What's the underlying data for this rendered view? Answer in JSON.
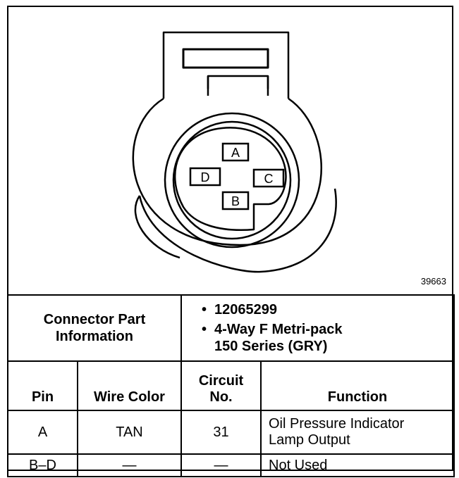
{
  "diagram": {
    "pins": [
      "A",
      "B",
      "C",
      "D"
    ],
    "figure_number": "39663"
  },
  "connector_info": {
    "label": "Connector Part Information",
    "part_number": "12065299",
    "description_line1": "4-Way F Metri-pack",
    "description_line2": "150 Series (GRY)"
  },
  "table": {
    "headers": {
      "pin": "Pin",
      "wire_color": "Wire Color",
      "circuit_line1": "Circuit",
      "circuit_line2": "No.",
      "function": "Function"
    },
    "rows": [
      {
        "pin": "A",
        "wire_color": "TAN",
        "circuit": "31",
        "function_line1": "Oil Pressure Indicator",
        "function_line2": "Lamp Output"
      },
      {
        "pin": "B–D",
        "wire_color": "—",
        "circuit": "—",
        "function_line1": "Not Used",
        "function_line2": ""
      }
    ]
  }
}
